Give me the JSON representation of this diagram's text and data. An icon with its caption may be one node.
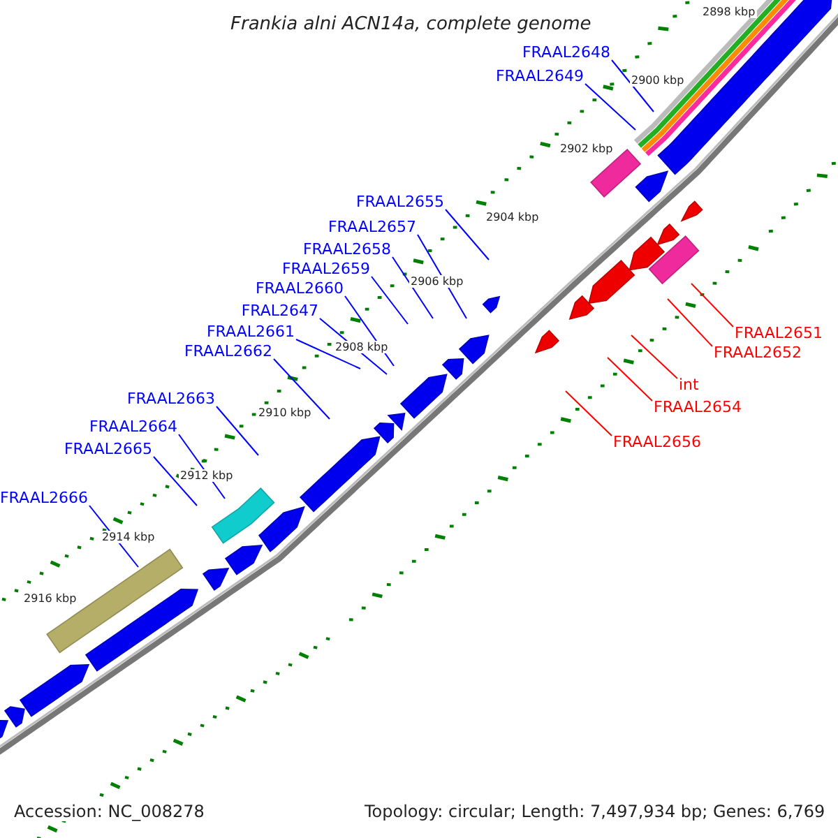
{
  "diagram": {
    "title": "Frankia alni ACN14a, complete genome",
    "nodes": [
      {
        "text": [
          "FRAAL2648"
        ]
      },
      {
        "text": [
          "FRAAL2649"
        ]
      },
      {
        "text": [
          "FRAAL2655"
        ]
      },
      {
        "text": [
          "FRAAL2657"
        ]
      },
      {
        "text": [
          "FRAAL2658"
        ]
      },
      {
        "text": [
          "FRAAL2659"
        ]
      },
      {
        "text": [
          "FRAAL2660"
        ]
      },
      {
        "text": [
          "FRAL2647"
        ]
      },
      {
        "text": [
          "FRAAL2661"
        ]
      },
      {
        "text": [
          "FRAAL2662"
        ]
      },
      {
        "text": [
          "FRAAL2663"
        ]
      },
      {
        "text": [
          "FRAAL2664"
        ]
      },
      {
        "text": [
          "FRAAL2665"
        ]
      },
      {
        "text": [
          "FRAAL2666"
        ]
      },
      {
        "text": [
          "FRAAL2651"
        ]
      },
      {
        "text": [
          "FRAAL2652"
        ]
      },
      {
        "text": [
          "int"
        ]
      },
      {
        "text": [
          "FRAAL2654"
        ]
      },
      {
        "text": [
          "FRAAL2656"
        ]
      }
    ],
    "edges": [
      {
        "from": 0,
        "to": null,
        "arrow": "none"
      },
      {
        "from": 1,
        "to": null,
        "arrow": "none"
      },
      {
        "from": 2,
        "to": null,
        "arrow": "none"
      },
      {
        "from": 3,
        "to": null,
        "arrow": "none"
      },
      {
        "from": 4,
        "to": null,
        "arrow": "none"
      },
      {
        "from": 5,
        "to": null,
        "arrow": "none"
      },
      {
        "from": 6,
        "to": null,
        "arrow": "none"
      },
      {
        "from": 7,
        "to": null,
        "arrow": "none"
      },
      {
        "from": 8,
        "to": null,
        "arrow": "none"
      },
      {
        "from": 9,
        "to": null,
        "arrow": "none"
      },
      {
        "from": 10,
        "to": null,
        "arrow": "none"
      },
      {
        "from": 11,
        "to": null,
        "arrow": "none"
      },
      {
        "from": 12,
        "to": null,
        "arrow": "none"
      },
      {
        "from": 13,
        "to": null,
        "arrow": "none"
      },
      {
        "from": 14,
        "to": null,
        "arrow": "none",
        "color": "#ff0000"
      },
      {
        "from": 15,
        "to": null,
        "arrow": "none",
        "color": "#ff0000"
      },
      {
        "from": 16,
        "to": null,
        "arrow": "none",
        "color": "#ff0000"
      },
      {
        "from": 17,
        "to": null,
        "arrow": "none",
        "color": "#ff0000"
      },
      {
        "from": 18,
        "to": null,
        "arrow": "none",
        "color": "#ff0000"
      }
    ],
    "labels": [
      "2898 kbp",
      "2900 kbp",
      "2902 kbp",
      "2904 kbp",
      "2906 kbp",
      "2908 kbp",
      "2910 kbp",
      "2912 kbp",
      "2914 kbp",
      "2916 kbp",
      "Accession: NC_008278",
      "Topology: circular; Length: 7,497,934 bp; Genes: 6,769"
    ]
  }
}
